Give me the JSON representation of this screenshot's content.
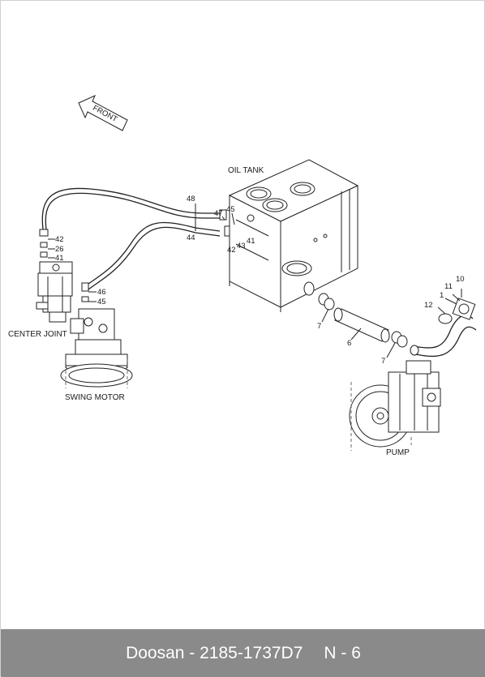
{
  "diagram": {
    "direction_label": "FRONT",
    "component_labels": {
      "oil_tank": "OIL TANK",
      "center_joint": "CENTER JOINT",
      "swing_motor": "SWING MOTOR",
      "pump": "PUMP"
    },
    "callouts": {
      "n48": "48",
      "n44": "44",
      "n47": "47",
      "n45a": "45",
      "n43": "43",
      "n42a": "42",
      "n41a": "41",
      "n42b": "42",
      "n26": "26",
      "n41b": "41",
      "n46": "46",
      "n45b": "45",
      "n7a": "7",
      "n6": "6",
      "n7b": "7",
      "n12": "12",
      "n1": "1",
      "n11": "11",
      "n10": "10"
    }
  },
  "footer": {
    "part_text": "Doosan - 2185-1737D7",
    "page_ref": "N - 6"
  }
}
